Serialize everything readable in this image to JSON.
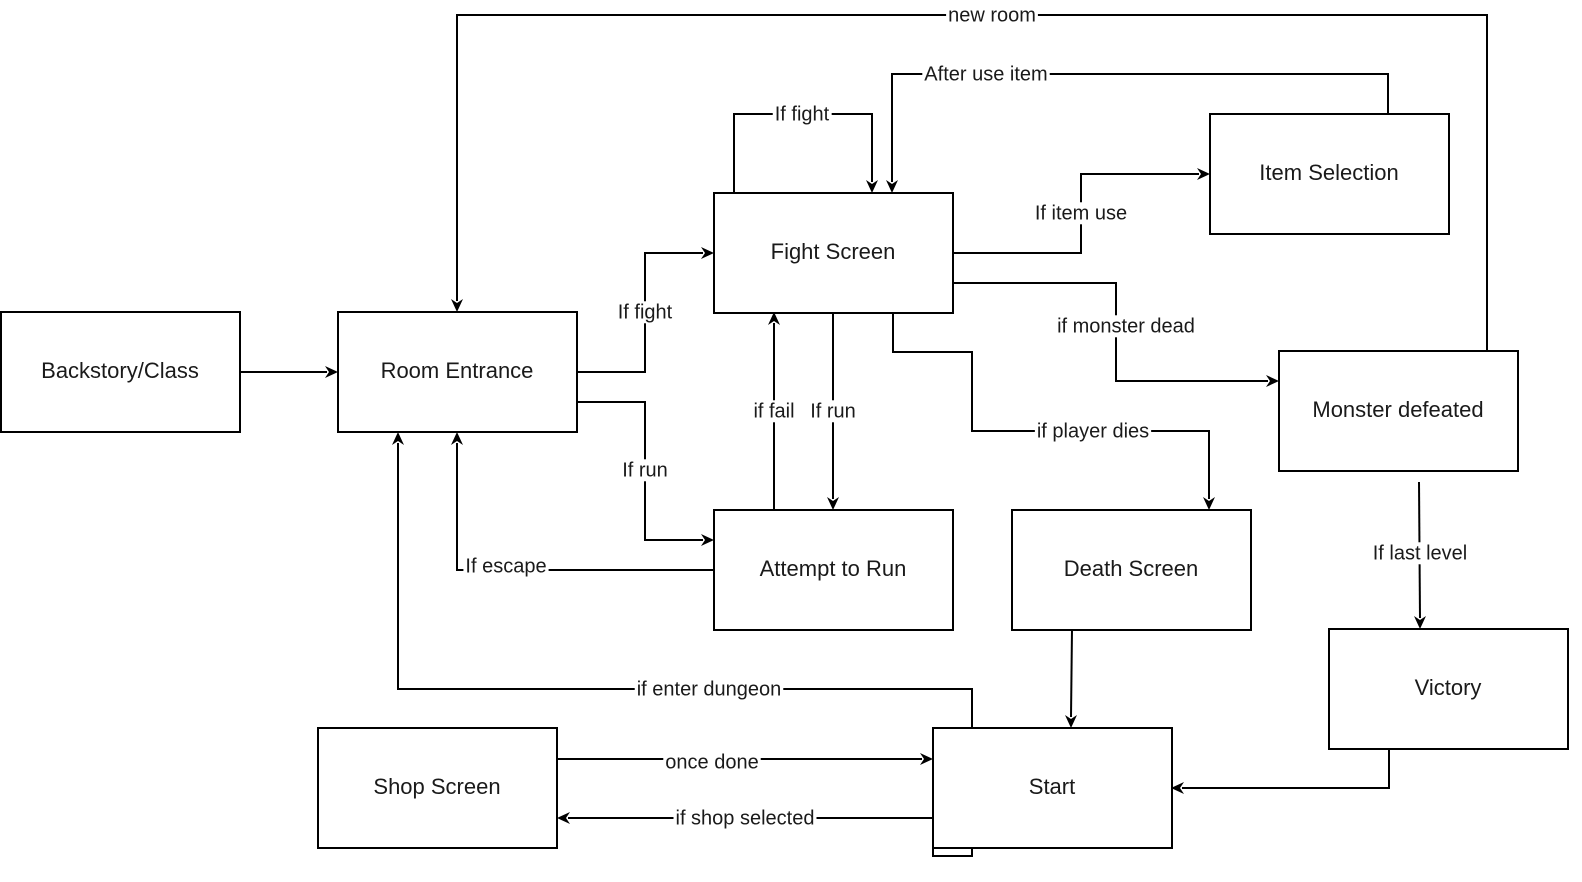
{
  "nodes": {
    "backstory": "Backstory/Class",
    "room_entrance": "Room Entrance",
    "fight_screen": "Fight Screen",
    "item_selection": "Item Selection",
    "monster_defeated": "Monster defeated",
    "attempt_run": "Attempt to Run",
    "death_screen": "Death Screen",
    "victory": "Victory",
    "shop_screen": "Shop Screen",
    "start": "Start"
  },
  "edges": {
    "new_room": "new room",
    "after_use_item": "After use item",
    "fight_loop": "If fight",
    "item_use": "If item use",
    "fight_from_room": "If fight",
    "monster_dead": "if monster dead",
    "run_from_room": "If run",
    "fail": "if fail",
    "run_from_fight": "If run",
    "player_dies": "if player dies",
    "last_level": "If last level",
    "escape": "If escape",
    "enter_dungeon": "if enter dungeon",
    "once_done": "once done",
    "shop_selected": "if shop selected"
  },
  "colors": {
    "stroke": "#000000",
    "text": "#1a1a1a",
    "background": "#ffffff"
  }
}
